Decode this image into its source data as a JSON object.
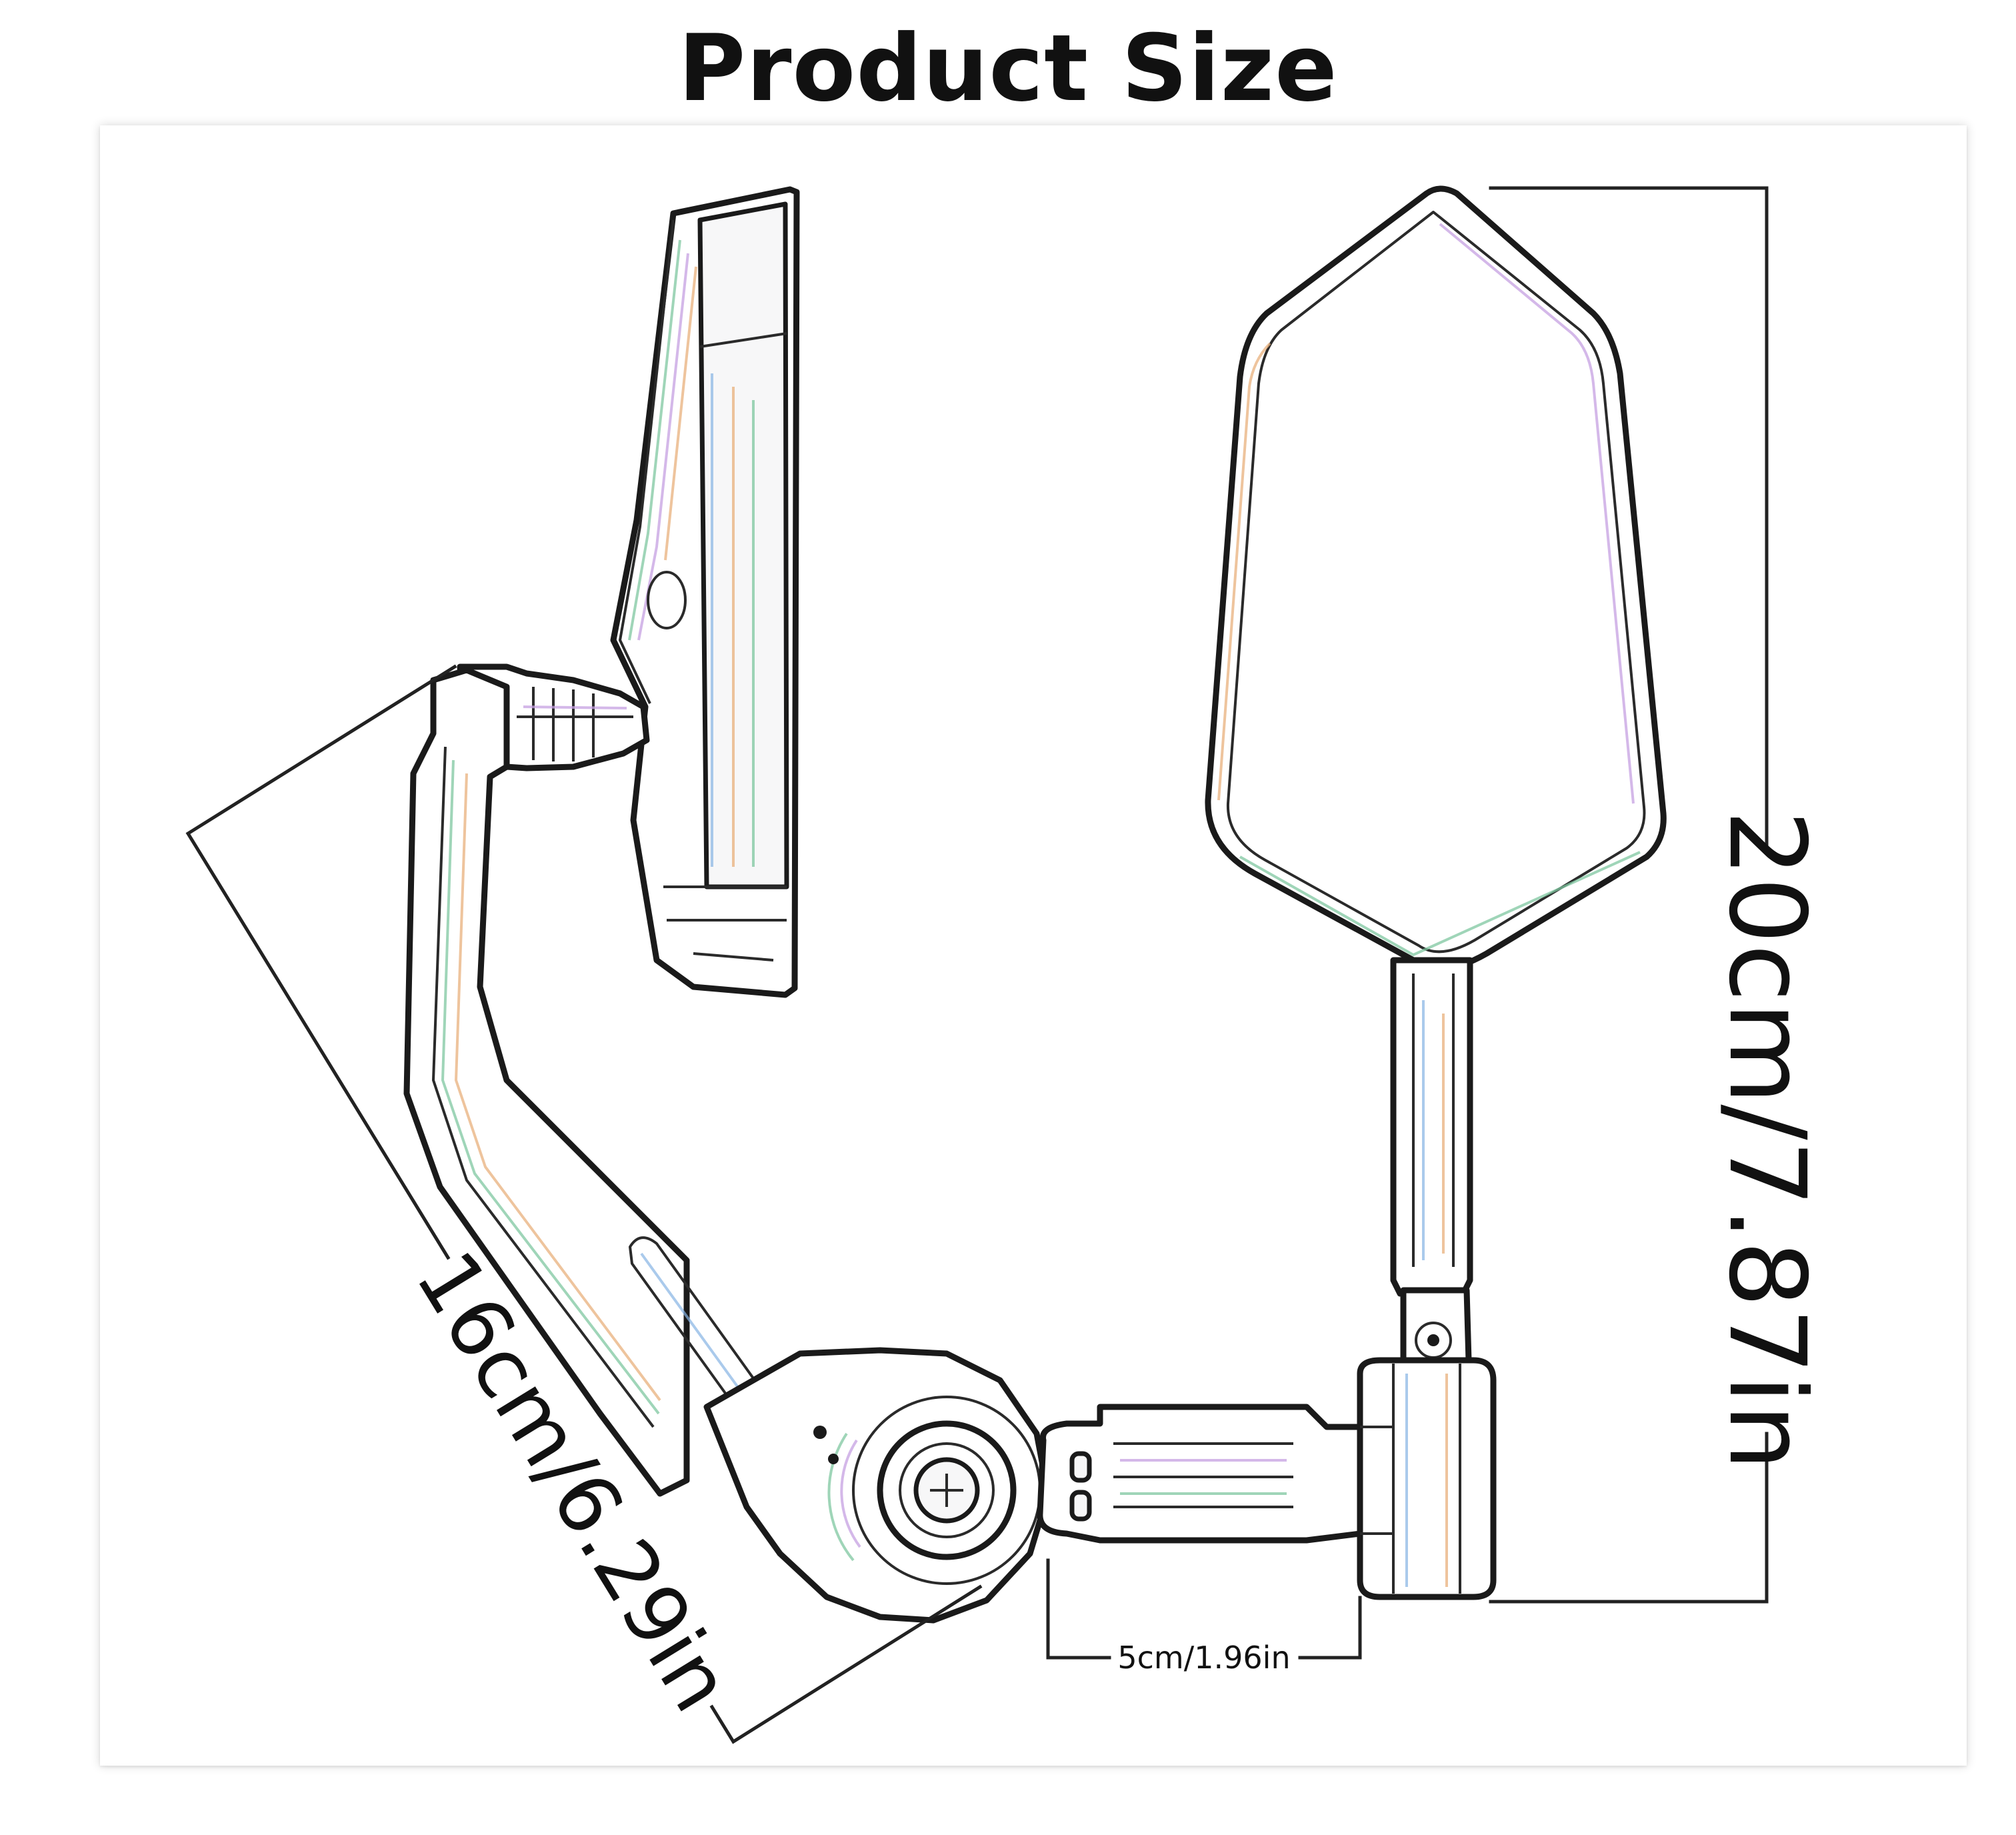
{
  "title": "Product Size",
  "dimensions": {
    "height_label": "20cm/7.87in",
    "arm_length_label": "16cm/6.29in",
    "base_width_label": "5cm/1.96in"
  },
  "colors": {
    "ink": "#1a1a1a",
    "background": "#ffffff",
    "iridescent_green": "#7fc7a0",
    "iridescent_violet": "#c6a0e2",
    "iridescent_orange": "#e8b07c",
    "iridescent_blue": "#86b4e4"
  }
}
